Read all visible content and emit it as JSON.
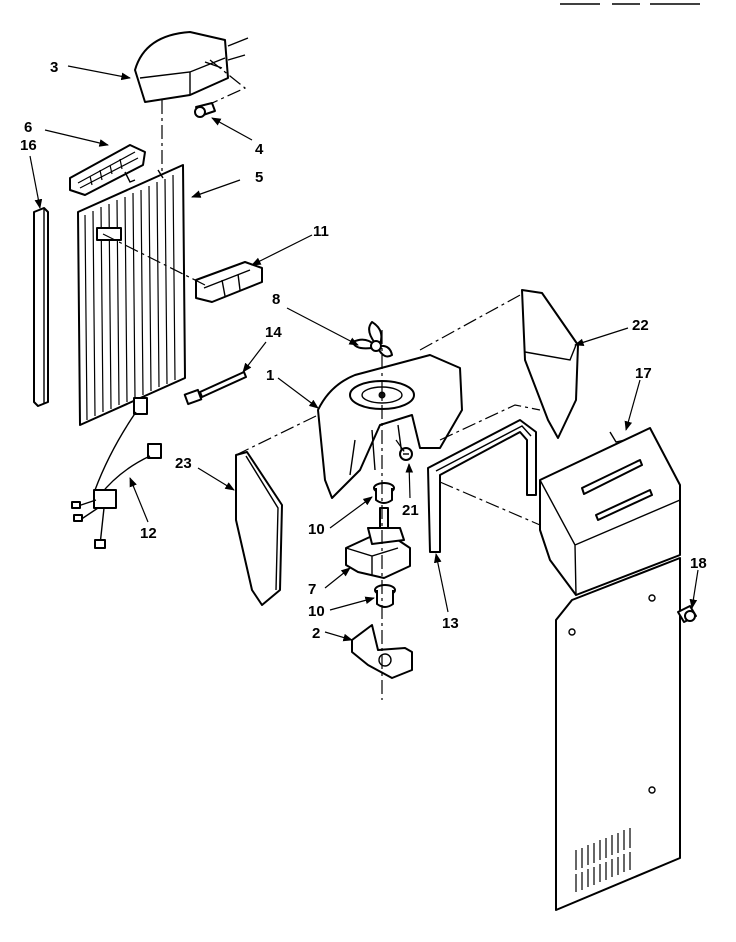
{
  "callouts": [
    {
      "text": "3"
    },
    {
      "text": "4"
    },
    {
      "text": "6"
    },
    {
      "text": "16"
    },
    {
      "text": "5"
    },
    {
      "text": "11"
    },
    {
      "text": "14"
    },
    {
      "text": "8"
    },
    {
      "text": "22"
    },
    {
      "text": "1"
    },
    {
      "text": "17"
    },
    {
      "text": "23"
    },
    {
      "text": "12"
    },
    {
      "text": "10"
    },
    {
      "text": "21"
    },
    {
      "text": "7"
    },
    {
      "text": "10"
    },
    {
      "text": "13"
    },
    {
      "text": "2"
    },
    {
      "text": "18"
    }
  ]
}
